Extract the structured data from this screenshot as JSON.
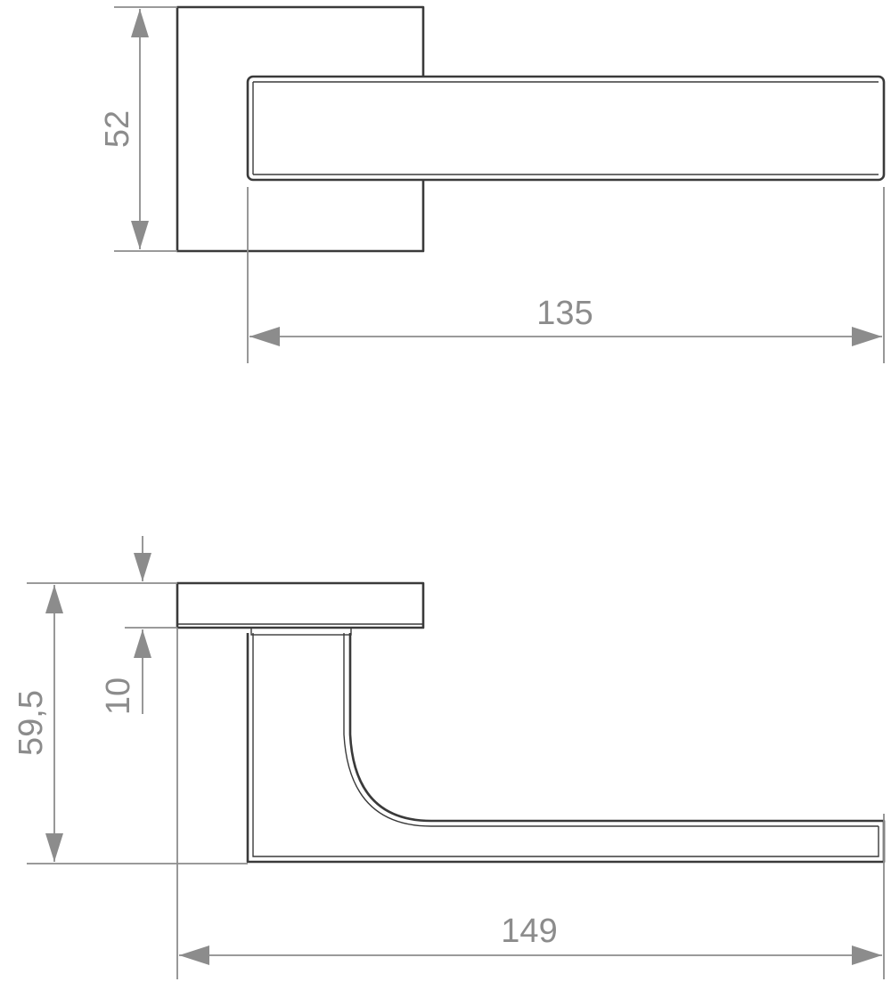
{
  "drawing": {
    "top_view": {
      "rosette_height_label": "52",
      "lever_length_label": "135"
    },
    "side_view": {
      "total_height_label": "59,5",
      "rosette_thickness_label": "10",
      "total_length_label": "149"
    },
    "colors": {
      "outline": "#3a3a3a",
      "dimension": "#8c8c8c",
      "background": "#ffffff"
    }
  }
}
